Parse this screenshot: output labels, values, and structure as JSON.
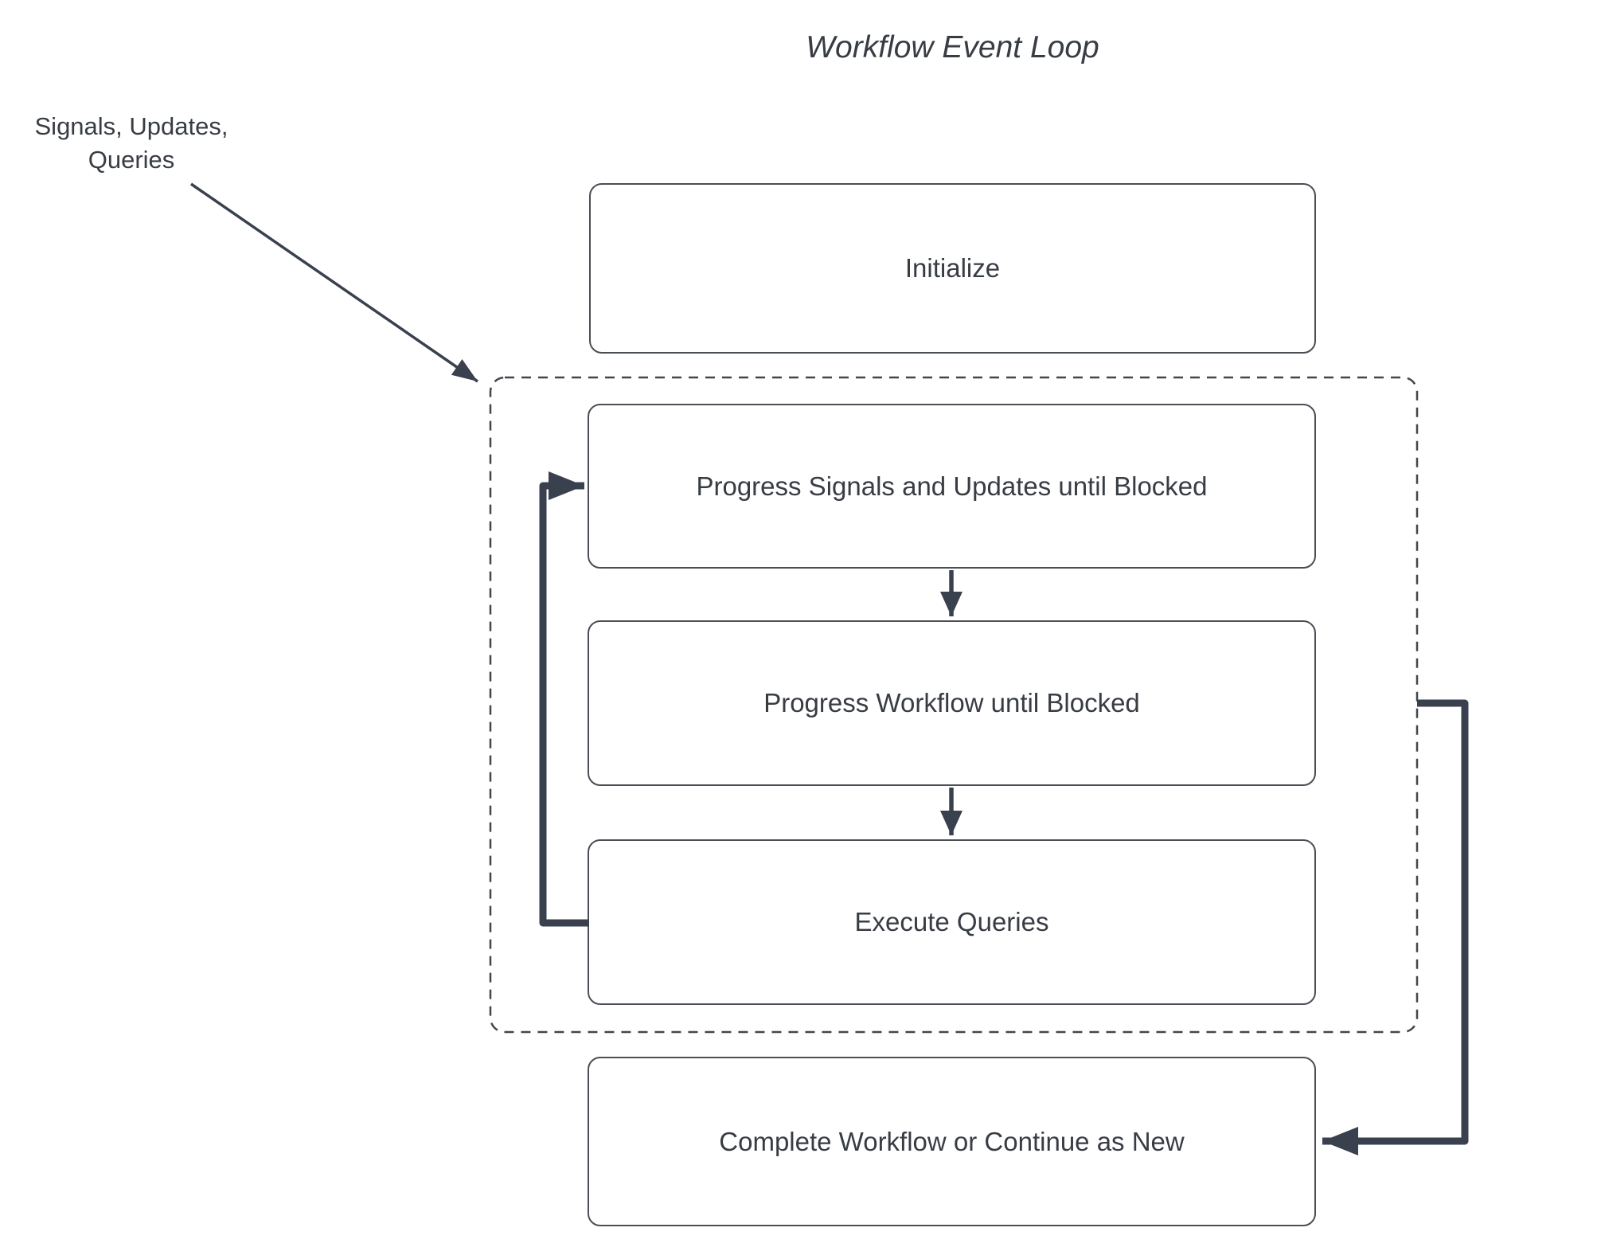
{
  "title": "Workflow Event Loop",
  "annotation": {
    "line1": "Signals, Updates,",
    "line2": "Queries"
  },
  "nodes": [
    {
      "id": "initialize",
      "label": "Initialize"
    },
    {
      "id": "progress-signals-updates",
      "label": "Progress Signals and Updates until Blocked"
    },
    {
      "id": "progress-workflow",
      "label": "Progress Workflow until Blocked"
    },
    {
      "id": "execute-queries",
      "label": "Execute Queries"
    },
    {
      "id": "complete-or-continue",
      "label": "Complete Workflow or Continue as New"
    }
  ],
  "groups": [
    {
      "id": "event-loop-group",
      "style": "dashed",
      "contains": [
        "progress-signals-updates",
        "progress-workflow",
        "execute-queries"
      ]
    }
  ],
  "connectors": [
    {
      "from": "signals-updates-queries-label",
      "to": "event-loop-group",
      "style": "thin-diagonal-arrow"
    },
    {
      "from": "progress-signals-updates",
      "to": "progress-workflow",
      "style": "down-arrow"
    },
    {
      "from": "progress-workflow",
      "to": "execute-queries",
      "style": "down-arrow"
    },
    {
      "from": "execute-queries",
      "to": "progress-signals-updates",
      "style": "thick-elbow-loop-left"
    },
    {
      "from": "event-loop-group",
      "to": "complete-or-continue",
      "style": "thick-elbow-right"
    }
  ],
  "colors": {
    "background": "#ffffff",
    "box_border": "#4a4e55",
    "text": "#383c43",
    "arrow": "#3a414e"
  }
}
